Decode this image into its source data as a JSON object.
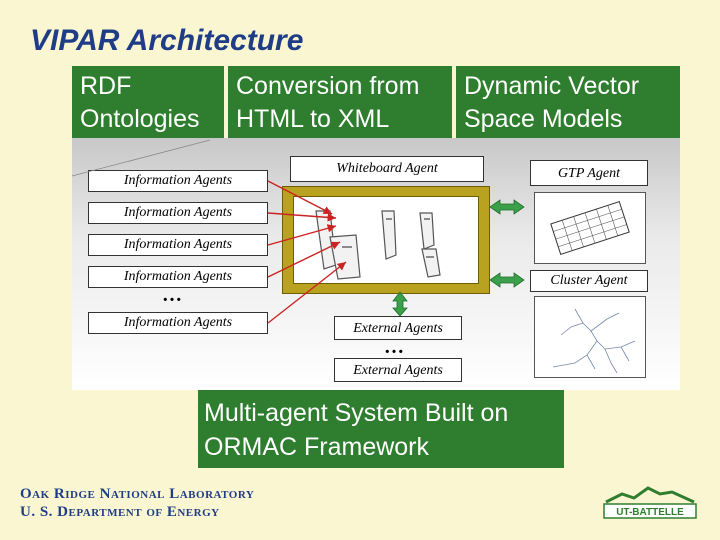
{
  "title": "VIPAR Architecture",
  "top_boxes": {
    "rdf": "RDF Ontologies",
    "conversion": "Conversion from HTML to XML",
    "dynamic": "Dynamic Vector Space Models"
  },
  "agents": {
    "info1": "Information Agents",
    "info2": "Information Agents",
    "info3": "Information Agents",
    "info4": "Information Agents",
    "info_dots": "…",
    "info5": "Information Agents",
    "whiteboard": "Whiteboard Agent",
    "gtp": "GTP Agent",
    "cluster": "Cluster Agent",
    "external1": "External Agents",
    "external_dots": "…",
    "external2": "External Agents"
  },
  "framework": "Multi-agent System Built on ORMAC Framework",
  "footer": {
    "lab": "Oak Ridge National Laboratory",
    "dept": "U. S. Department of Energy",
    "logo_text": "UT-BATTELLE"
  },
  "colors": {
    "title": "#1f3d87",
    "green_box": "#2f7e2f",
    "background": "#fbf6d2",
    "arrow_red": "#cc2222",
    "arrow_green": "#3aa04a",
    "frame_gold": "#b9a21f"
  }
}
